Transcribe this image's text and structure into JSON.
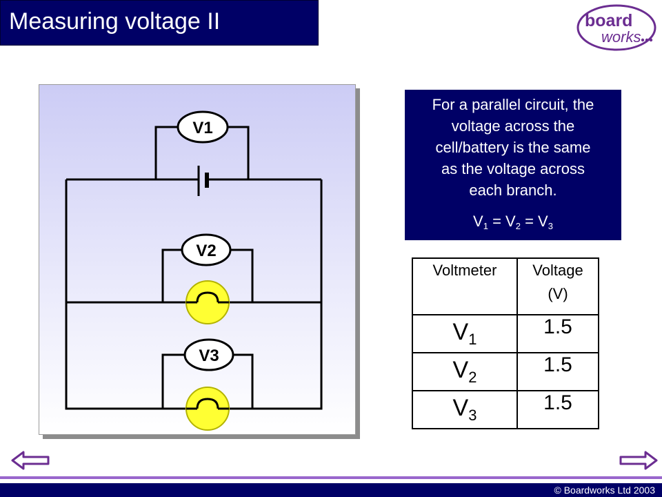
{
  "slide": {
    "title": "Measuring voltage II"
  },
  "logo": {
    "line1": "board",
    "line2": "works",
    "border_color": "#6b2d91",
    "text_color": "#6b2d91"
  },
  "circuit": {
    "voltmeters": [
      "V1",
      "V2",
      "V3"
    ],
    "bulb_color": "#ffff33",
    "components": [
      "cell",
      "bulb",
      "bulb"
    ]
  },
  "explanation": {
    "lines": [
      "For a parallel circuit, the",
      "voltage across the",
      "cell/battery is the same",
      "as the voltage across",
      "each branch."
    ],
    "equation": {
      "v": "V",
      "s1": "1",
      "s2": "2",
      "s3": "3",
      "eq": " = "
    }
  },
  "table": {
    "headers": {
      "col1": "Voltmeter",
      "col2_line1": "Voltage",
      "col2_line2": "(V)"
    },
    "rows": [
      {
        "meter": "V",
        "sub": "1",
        "voltage": "1.5"
      },
      {
        "meter": "V",
        "sub": "2",
        "voltage": "1.5"
      },
      {
        "meter": "V",
        "sub": "3",
        "voltage": "1.5"
      }
    ]
  },
  "navigation": {
    "back": "left-arrow-icon",
    "forward": "right-arrow-icon",
    "arrow_color": "#6b2d91"
  },
  "footer": {
    "copyright": "© Boardworks Ltd 2003"
  },
  "colors": {
    "title_bg": "#000066",
    "accent": "#9966cc",
    "footer_bg": "#000066"
  }
}
